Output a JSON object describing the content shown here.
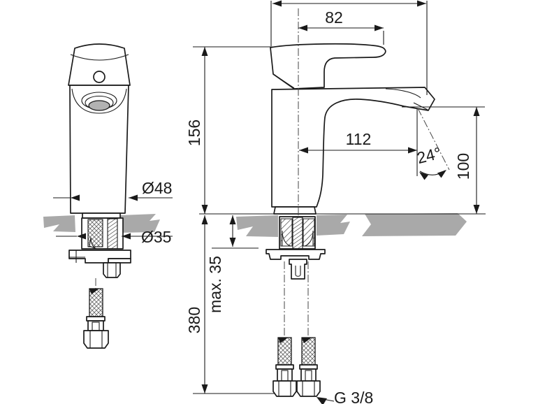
{
  "drawing": {
    "type": "faucet-installation-technical-drawing",
    "views": [
      "front-view",
      "side-view"
    ],
    "dimensions": {
      "handle_width": "82",
      "body_height": "156",
      "spout_reach": "112",
      "stream_angle": "24°",
      "outlet_height": "100",
      "body_diameter": "Ø48",
      "hole_diameter": "Ø35",
      "max_mounting_thickness": "max. 35",
      "hose_length": "380",
      "thread_size": "G 3/8"
    },
    "colors": {
      "line": "#1a1a1a",
      "countertop_gray": "#a9a9a9",
      "aerator_gray": "#b2b2b2",
      "background": "#ffffff"
    }
  }
}
